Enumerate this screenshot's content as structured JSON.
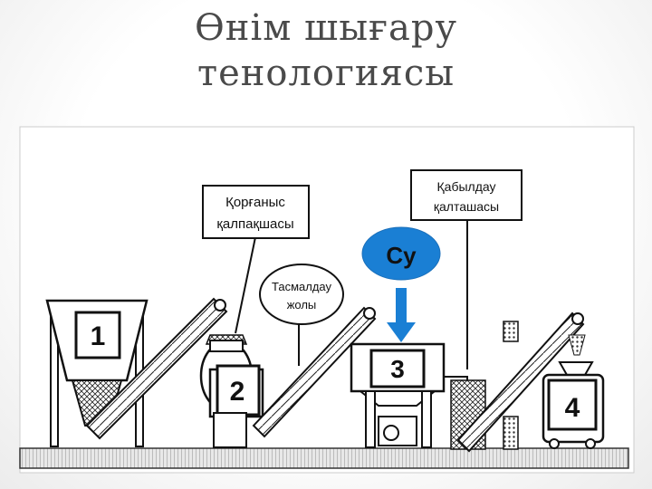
{
  "slide": {
    "title_line1": "Өнім шығару",
    "title_line2": "тенологиясы"
  },
  "diagram": {
    "labels": {
      "protective_cap": [
        "Қорғаныс",
        "қалпақшасы"
      ],
      "conveyor_belt": [
        "Тасмалдау",
        "жолы"
      ],
      "water": "Су",
      "receiving_hopper": [
        "Қабылдау",
        "қалташасы"
      ]
    },
    "stations": [
      "1",
      "2",
      "3",
      "4"
    ],
    "colors": {
      "water_accent": "#1a7fd4",
      "outline": "#111111",
      "panel_bg": "#ffffff",
      "slide_bg": "#ffffff"
    }
  }
}
